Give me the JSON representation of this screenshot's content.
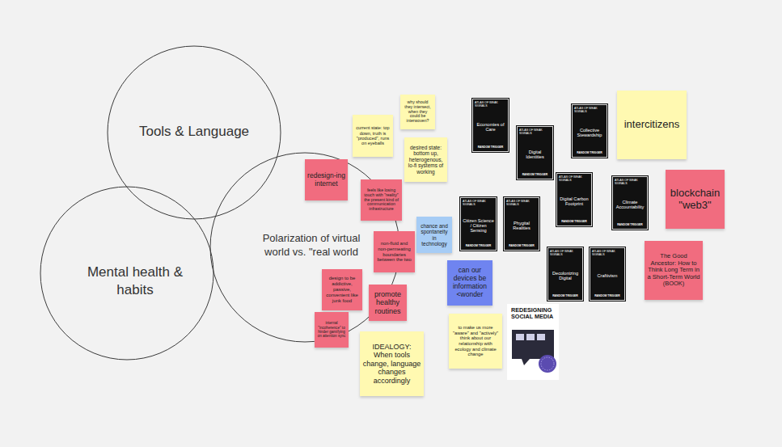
{
  "diagram": {
    "nodes": [
      {
        "text": [
          "Tools & Language"
        ]
      },
      {
        "text": [
          "Mental health & habits"
        ]
      },
      {
        "text": [
          "Polarization of virtual world vs. \"real world"
        ]
      },
      {
        "text": [
          "why should they intersect, when they could be interwoven?"
        ]
      },
      {
        "text": [
          "current state: top down, truth is \"produced\", runs on eyeballs"
        ]
      },
      {
        "text": [
          "redesign-ing internet"
        ]
      },
      {
        "text": [
          "desired state: bottom up, heterogenous, lo-fi systems of working"
        ]
      },
      {
        "text": [
          "feels like losing touch with \"reality\" the present kind of communication infrastructure"
        ]
      },
      {
        "text": [
          "chance and spontaneity in technology"
        ]
      },
      {
        "text": [
          "non-fluid and non-permeating boundaries between the two"
        ]
      },
      {
        "text": [
          "design to be addictive, passive, convenient like junk food"
        ]
      },
      {
        "text": [
          "can our devices be information <wonder"
        ]
      },
      {
        "text": [
          "promote healthy routines"
        ]
      },
      {
        "text": [
          "internal \"incoherence\" to hinder gamifying on attention sync"
        ]
      },
      {
        "text": [
          "to make us more \"aware\" and \"actively\" think about our relationship with ecology and climate change"
        ]
      },
      {
        "text": [
          "IDEALOGY: When tools change, language changes accordingly"
        ]
      },
      {
        "text": [
          "ATLAS OF WEAK SIGNALS",
          "Economies of Care",
          "RANDOM TRIGGER"
        ]
      },
      {
        "text": [
          "ATLAS OF WEAK SIGNALS",
          "Digital Identities",
          "RANDOM TRIGGER"
        ]
      },
      {
        "text": [
          "ATLAS OF WEAK SIGNALS",
          "Collective Stewardship",
          "RANDOM TRIGGER"
        ]
      },
      {
        "text": [
          "ATLAS OF WEAK SIGNALS",
          "Citizen Science / Citizen Sensing",
          "RANDOM TRIGGER"
        ]
      },
      {
        "text": [
          "ATLAS OF WEAK SIGNALS",
          "Phygital Realities",
          "RANDOM TRIGGER"
        ]
      },
      {
        "text": [
          "ATLAS OF WEAK SIGNALS",
          "Digital Carbon Footprint",
          "RANDOM TRIGGER"
        ]
      },
      {
        "text": [
          "ATLAS OF WEAK SIGNALS",
          "Climate Accountability",
          "RANDOM TRIGGER"
        ]
      },
      {
        "text": [
          "ATLAS OF WEAK SIGNALS",
          "Decolonizing Digital",
          "RANDOM TRIGGER"
        ]
      },
      {
        "text": [
          "ATLAS OF WEAK SIGNALS",
          "Craftivism",
          "RANDOM TRIGGER"
        ]
      },
      {
        "text": [
          "REDESIGNING SOCIAL MEDIA"
        ]
      },
      {
        "text": [
          "intercitizens"
        ]
      },
      {
        "text": [
          "blockchain \"web3\""
        ]
      },
      {
        "text": [
          "The Good Ancestor: How to Think Long Term in a Short-Term World (BOOK)"
        ]
      }
    ]
  }
}
